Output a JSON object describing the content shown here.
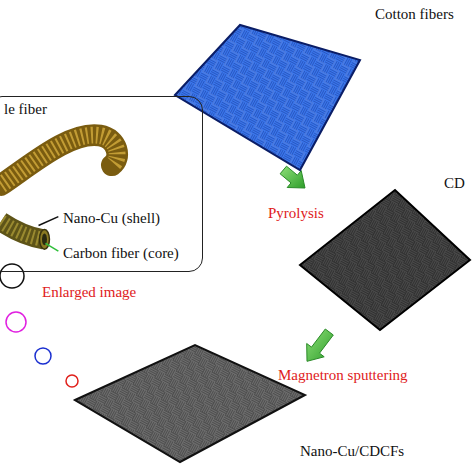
{
  "diagram": {
    "nodes": [
      {
        "text": [
          "Cotton fibers"
        ]
      },
      {
        "text": [
          "le fiber",
          "Nano-Cu (shell)",
          "Carbon fiber (core)"
        ]
      },
      {
        "text": [
          "CD"
        ]
      },
      {
        "text": [
          "Nano-Cu/CDCFs"
        ]
      }
    ],
    "edges": [
      {
        "from": 0,
        "to": 2,
        "arrow": "to",
        "label": "Pyrolysis"
      },
      {
        "from": 2,
        "to": 3,
        "arrow": "to",
        "label": "Magnetron sputtering"
      }
    ],
    "labels": [
      "Enlarged image"
    ]
  }
}
